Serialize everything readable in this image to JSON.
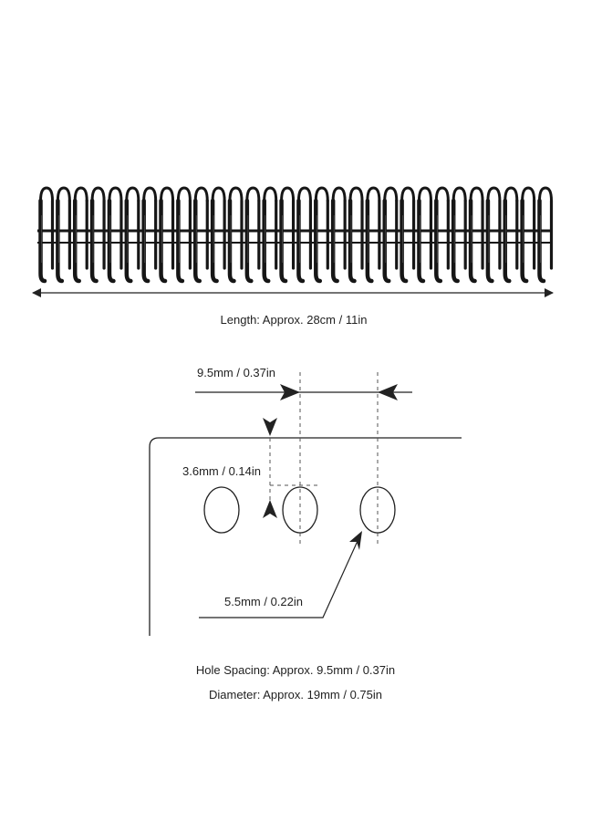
{
  "colors": {
    "coil": "#161616",
    "coil_highlight": "#4a4a4a",
    "line": "#222222",
    "dash": "#555555",
    "text": "#222222",
    "background": "#ffffff"
  },
  "coil": {
    "loop_count": 30
  },
  "labels": {
    "length": "Length: Approx. 28cm / 11in",
    "pitch": "9.5mm / 0.37in",
    "edge_margin": "3.6mm / 0.14in",
    "hole_size": "5.5mm / 0.22in",
    "hole_spacing": "Hole Spacing: Approx. 9.5mm / 0.37in",
    "diameter": "Diameter: Approx. 19mm / 0.75in"
  },
  "icons": {
    "coil": "spiral-binding-coil",
    "length_arrow": "double-headed-arrow",
    "holes": "punched-hole-circle",
    "pointer": "arrow-head"
  }
}
